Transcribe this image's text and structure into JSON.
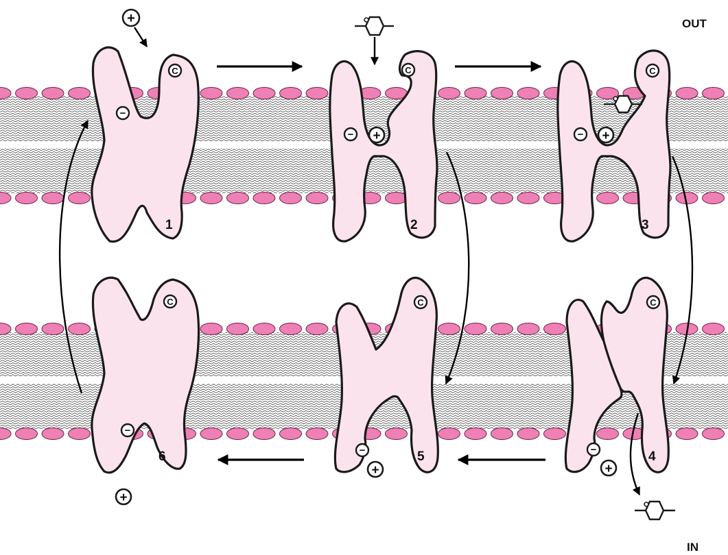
{
  "labels": {
    "out": "OUT",
    "in": "IN"
  },
  "states": [
    {
      "number": "1",
      "cotransporter_symbol": "C"
    },
    {
      "number": "2",
      "cotransporter_symbol": "C"
    },
    {
      "number": "3",
      "cotransporter_symbol": "C"
    },
    {
      "number": "4",
      "cotransporter_symbol": "C"
    },
    {
      "number": "5",
      "cotransporter_symbol": "C"
    },
    {
      "number": "6",
      "cotransporter_symbol": "C"
    }
  ],
  "ion_symbols": {
    "cation": "+",
    "anion": "−"
  },
  "colors": {
    "protein_fill": "#fbe3ee",
    "lipid_head": "#ee80b6",
    "outline": "#1a1a1a"
  }
}
